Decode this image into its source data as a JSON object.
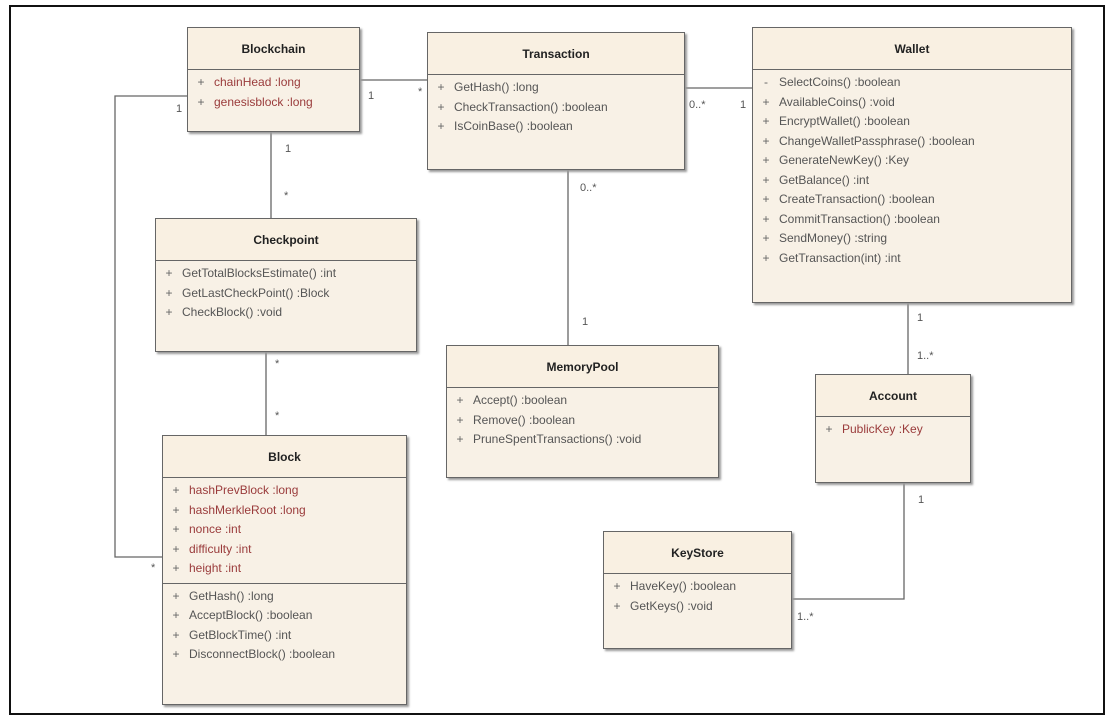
{
  "classes": {
    "blockchain": {
      "name": "Blockchain",
      "attributes": [
        {
          "vis": "+",
          "text": "chainHead :long"
        },
        {
          "vis": "+",
          "text": "genesisblock :long"
        }
      ]
    },
    "transaction": {
      "name": "Transaction",
      "methods": [
        {
          "vis": "+",
          "text": "GetHash() :long"
        },
        {
          "vis": "+",
          "text": "CheckTransaction() :boolean"
        },
        {
          "vis": "+",
          "text": "IsCoinBase() :boolean"
        }
      ]
    },
    "wallet": {
      "name": "Wallet",
      "methods": [
        {
          "vis": "-",
          "text": "SelectCoins() :boolean"
        },
        {
          "vis": "+",
          "text": "AvailableCoins() :void"
        },
        {
          "vis": "+",
          "text": "EncryptWallet() :boolean"
        },
        {
          "vis": "+",
          "text": "ChangeWalletPassphrase() :boolean"
        },
        {
          "vis": "+",
          "text": "GenerateNewKey() :Key"
        },
        {
          "vis": "+",
          "text": "GetBalance() :int"
        },
        {
          "vis": "+",
          "text": "CreateTransaction() :boolean"
        },
        {
          "vis": "+",
          "text": "CommitTransaction() :boolean"
        },
        {
          "vis": "+",
          "text": "SendMoney() :string"
        },
        {
          "vis": "+",
          "text": "GetTransaction(int) :int"
        }
      ]
    },
    "checkpoint": {
      "name": "Checkpoint",
      "methods": [
        {
          "vis": "+",
          "text": "GetTotalBlocksEstimate() :int"
        },
        {
          "vis": "+",
          "text": "GetLastCheckPoint() :Block"
        },
        {
          "vis": "+",
          "text": "CheckBlock() :void"
        }
      ]
    },
    "memorypool": {
      "name": "MemoryPool",
      "methods": [
        {
          "vis": "+",
          "text": "Accept() :boolean"
        },
        {
          "vis": "+",
          "text": "Remove() :boolean"
        },
        {
          "vis": "+",
          "text": "PruneSpentTransactions() :void"
        }
      ]
    },
    "account": {
      "name": "Account",
      "attributes": [
        {
          "vis": "+",
          "text": "PublicKey :Key"
        }
      ]
    },
    "block": {
      "name": "Block",
      "attributes": [
        {
          "vis": "+",
          "text": "hashPrevBlock :long"
        },
        {
          "vis": "+",
          "text": "hashMerkleRoot :long"
        },
        {
          "vis": "+",
          "text": "nonce :int"
        },
        {
          "vis": "+",
          "text": "difficulty :int"
        },
        {
          "vis": "+",
          "text": "height :int"
        }
      ],
      "methods": [
        {
          "vis": "+",
          "text": "GetHash() :long"
        },
        {
          "vis": "+",
          "text": "AcceptBlock() :boolean"
        },
        {
          "vis": "+",
          "text": "GetBlockTime() :int"
        },
        {
          "vis": "+",
          "text": "DisconnectBlock() :boolean"
        }
      ]
    },
    "keystore": {
      "name": "KeyStore",
      "methods": [
        {
          "vis": "+",
          "text": "HaveKey() :boolean"
        },
        {
          "vis": "+",
          "text": "GetKeys() :void"
        }
      ]
    }
  },
  "associations": {
    "blockchain_transaction": {
      "from": "1",
      "to": "*"
    },
    "transaction_wallet": {
      "from": "0..*",
      "to": "1"
    },
    "blockchain_checkpoint": {
      "from": "1",
      "to": "*"
    },
    "checkpoint_block": {
      "from": "*",
      "to": "*"
    },
    "blockchain_block": {
      "from": "1",
      "to": "*"
    },
    "transaction_memorypool": {
      "from": "0..*",
      "to": "1"
    },
    "wallet_account": {
      "from": "1",
      "to": "1..*"
    },
    "account_keystore": {
      "from": "1",
      "to": "1..*"
    }
  },
  "colors": {
    "box_fill": "#f8f1e6",
    "attribute_text": "#9a3b3b",
    "method_text": "#555555",
    "line": "#666666"
  }
}
